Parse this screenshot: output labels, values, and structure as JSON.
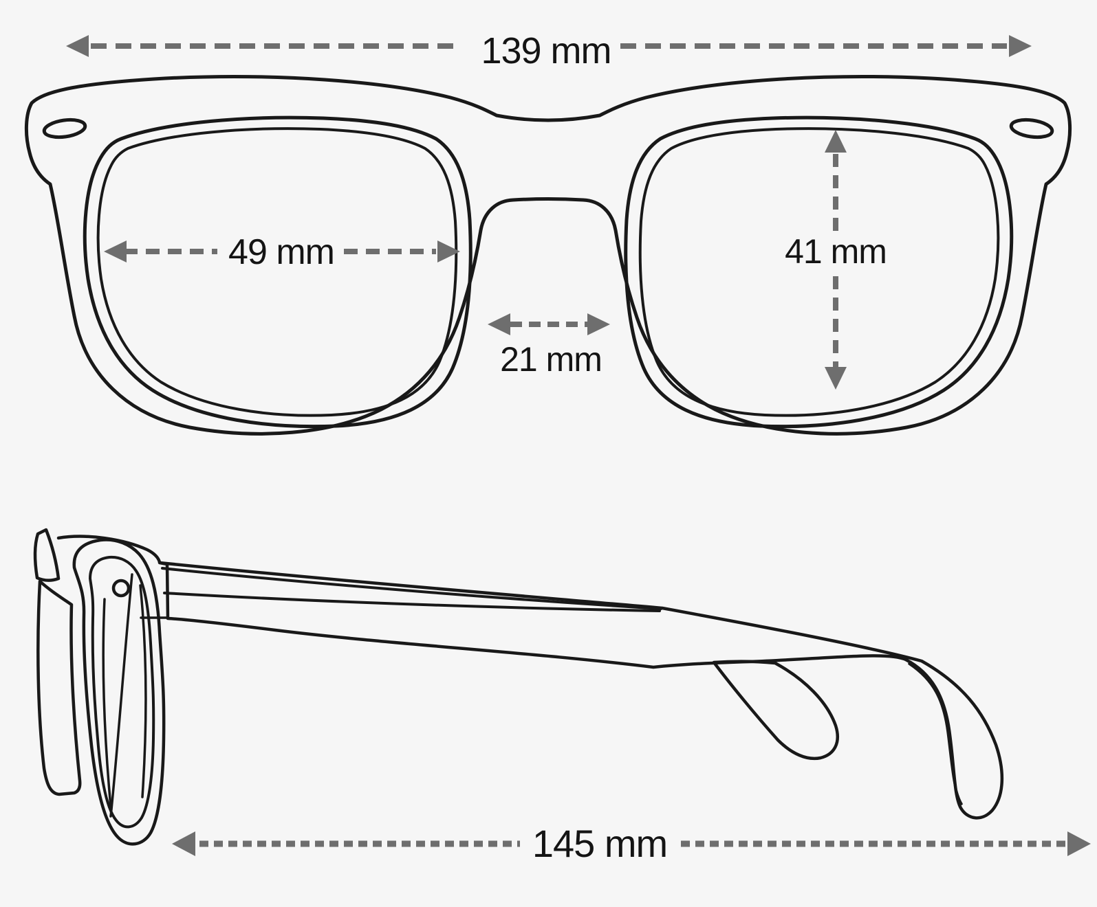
{
  "diagram": {
    "measurements": {
      "frame_width": "139 mm",
      "lens_width": "49 mm",
      "bridge_width": "21 mm",
      "lens_height": "41 mm",
      "temple_length": "145 mm"
    },
    "colors": {
      "background": "#f6f6f6",
      "line": "#191919",
      "arrow": "#6e6e6e",
      "text": "#141414"
    }
  }
}
